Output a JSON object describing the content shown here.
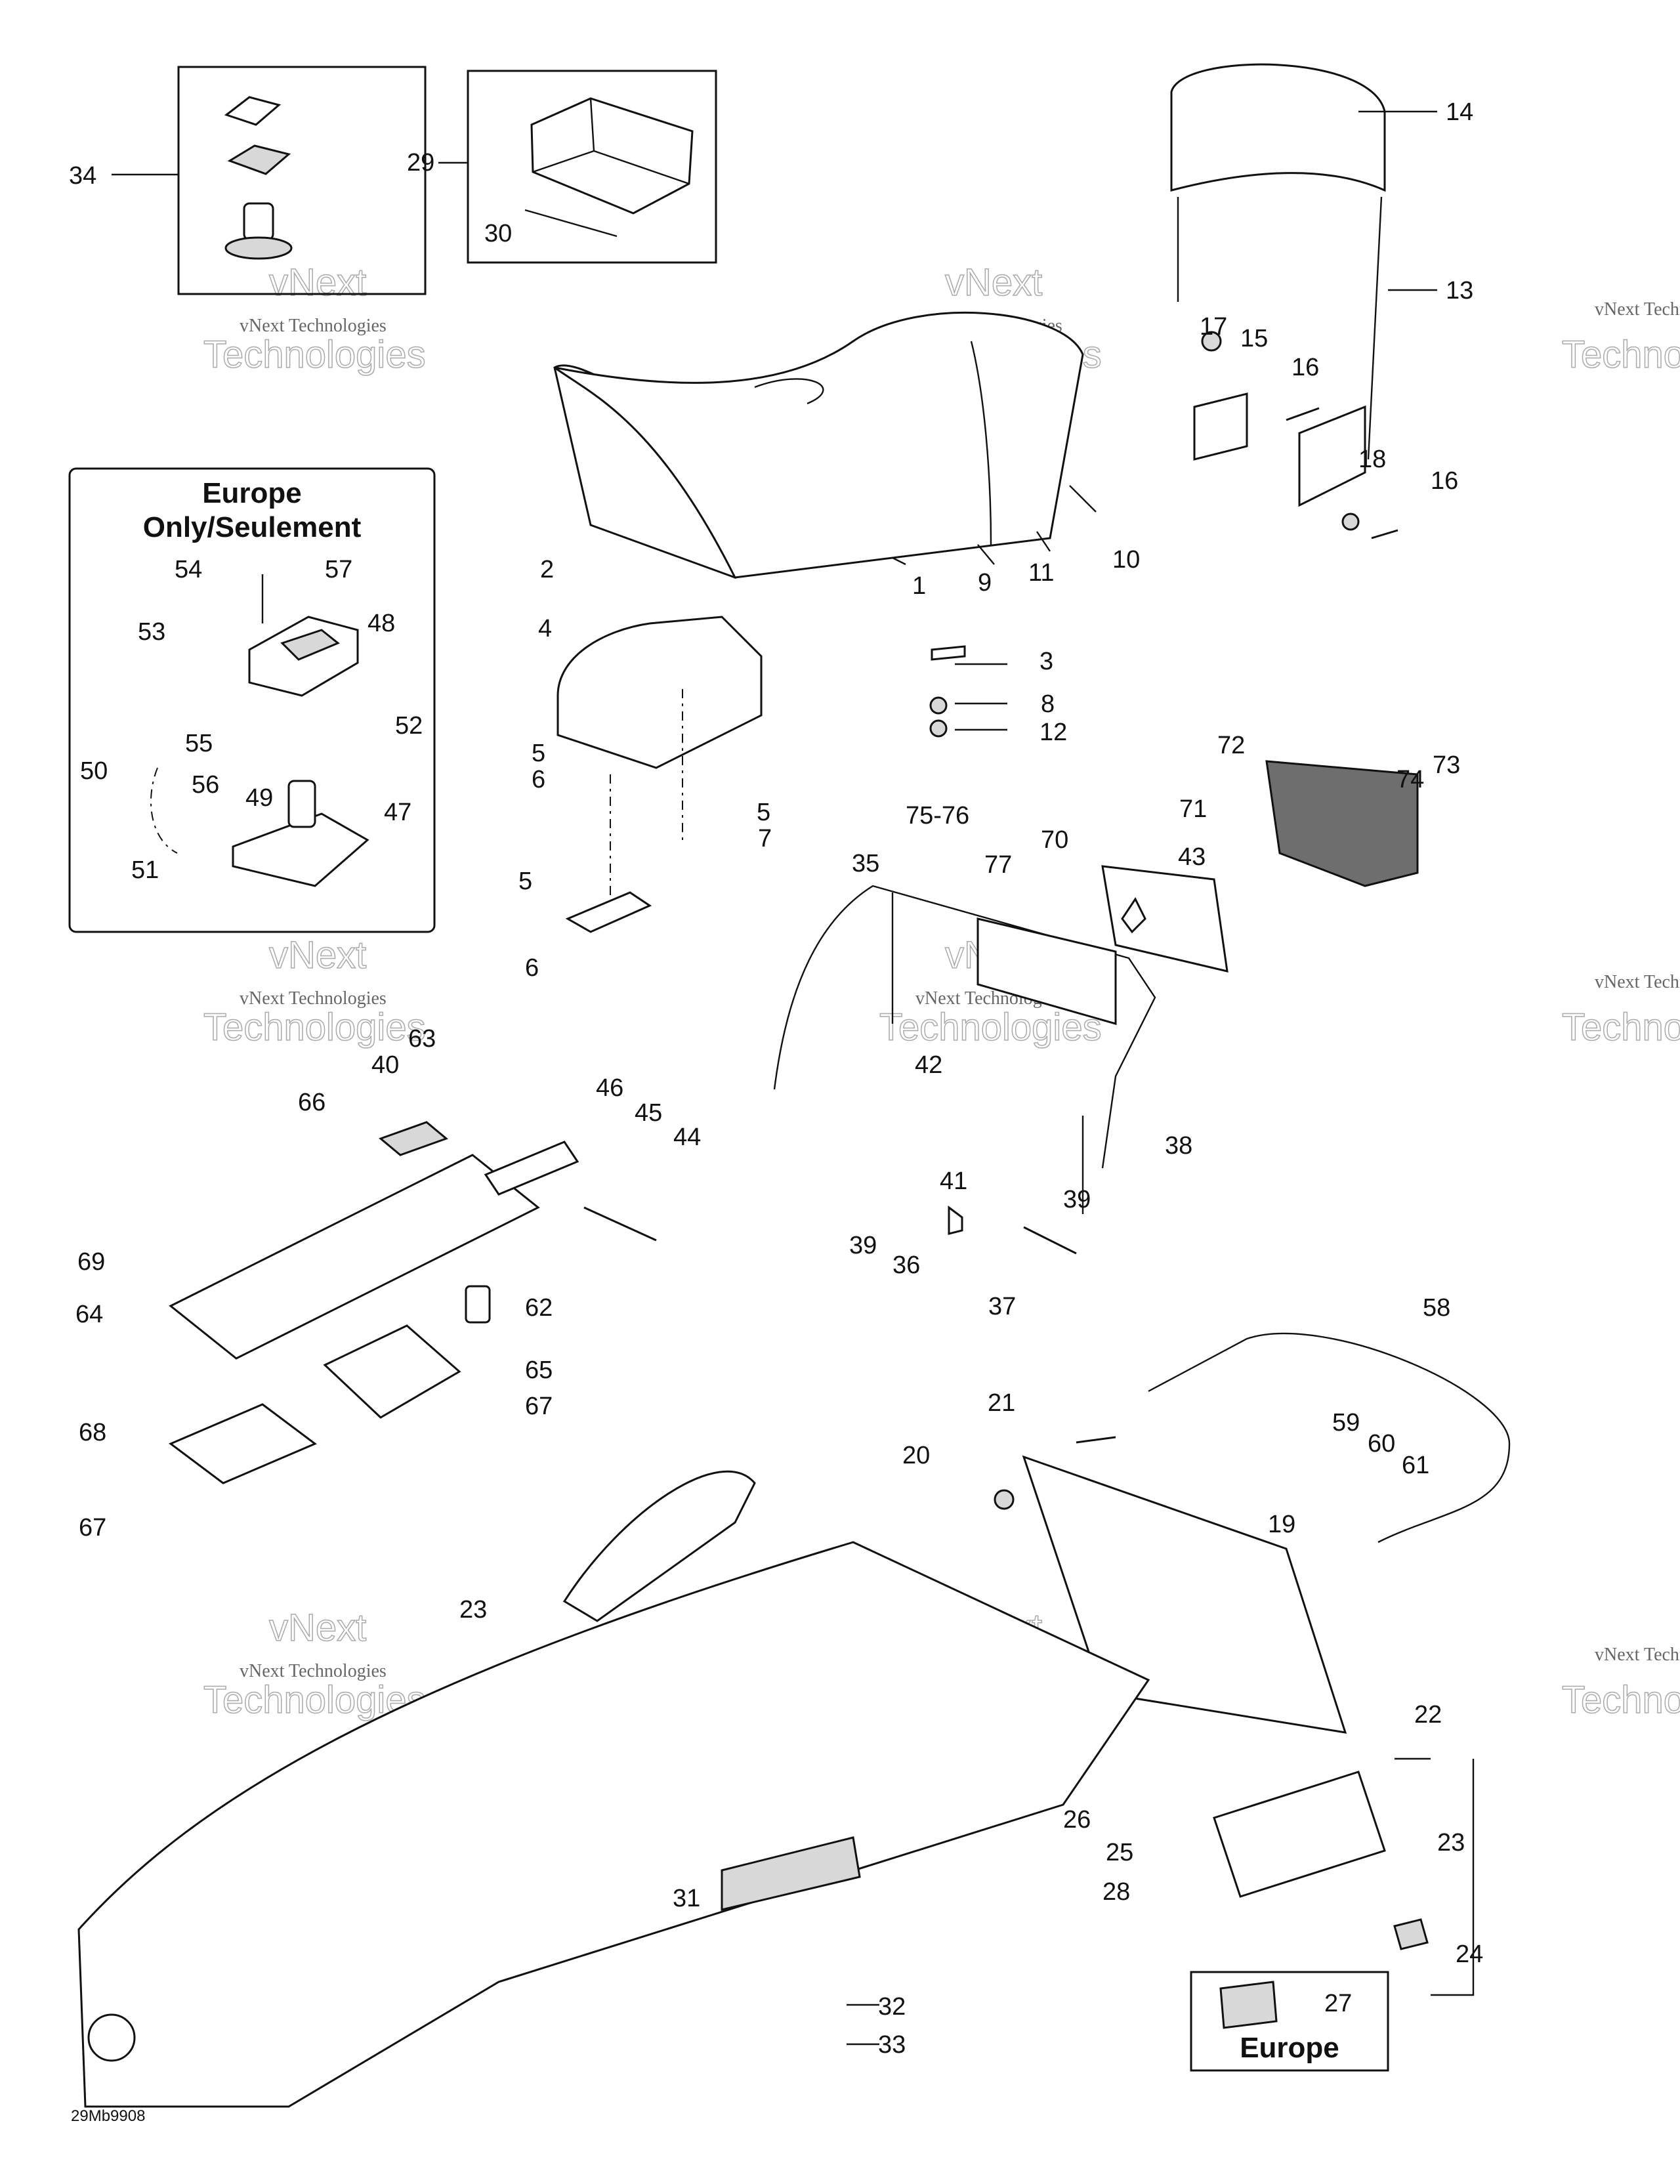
{
  "callouts": {
    "p1": "1",
    "p2": "2",
    "p3": "3",
    "p4": "4",
    "p5a": "5",
    "p5b": "5",
    "p5c": "5",
    "p6a": "6",
    "p6b": "6",
    "p7": "7",
    "p8": "8",
    "p9": "9",
    "p10": "10",
    "p11": "11",
    "p12": "12",
    "p13": "13",
    "p14": "14",
    "p15": "15",
    "p16a": "16",
    "p16b": "16",
    "p17": "17",
    "p18": "18",
    "p19": "19",
    "p20": "20",
    "p21": "21",
    "p22": "22",
    "p23a": "23",
    "p23b": "23",
    "p24": "24",
    "p25": "25",
    "p26": "26",
    "p27": "27",
    "p28": "28",
    "p29": "29",
    "p30": "30",
    "p31": "31",
    "p32": "32",
    "p33": "33",
    "p34": "34",
    "p35": "35",
    "p36": "36",
    "p37": "37",
    "p38": "38",
    "p39a": "39",
    "p39b": "39",
    "p40": "40",
    "p41": "41",
    "p42": "42",
    "p43": "43",
    "p44": "44",
    "p45": "45",
    "p46": "46",
    "p47": "47",
    "p48": "48",
    "p49": "49",
    "p50": "50",
    "p51": "51",
    "p52": "52",
    "p53": "53",
    "p54": "54",
    "p55": "55",
    "p56": "56",
    "p57": "57",
    "p58": "58",
    "p59": "59",
    "p60": "60",
    "p61": "61",
    "p62": "62",
    "p63": "63",
    "p64": "64",
    "p65": "65",
    "p66": "66",
    "p67a": "67",
    "p67b": "67",
    "p68": "68",
    "p69": "69",
    "p70": "70",
    "p71": "71",
    "p72": "72",
    "p73": "73",
    "p74": "74",
    "p7576": "75-76",
    "p77": "77"
  },
  "europe_box": {
    "title_line1": "Europe",
    "title_line2": "Only/Seulement"
  },
  "europe_small_box": {
    "label": "Europe"
  },
  "watermark": {
    "line1": "vNext Technologies",
    "line2": "vNext",
    "line3": "Technologies"
  },
  "drawing_code": "29Mb9908"
}
